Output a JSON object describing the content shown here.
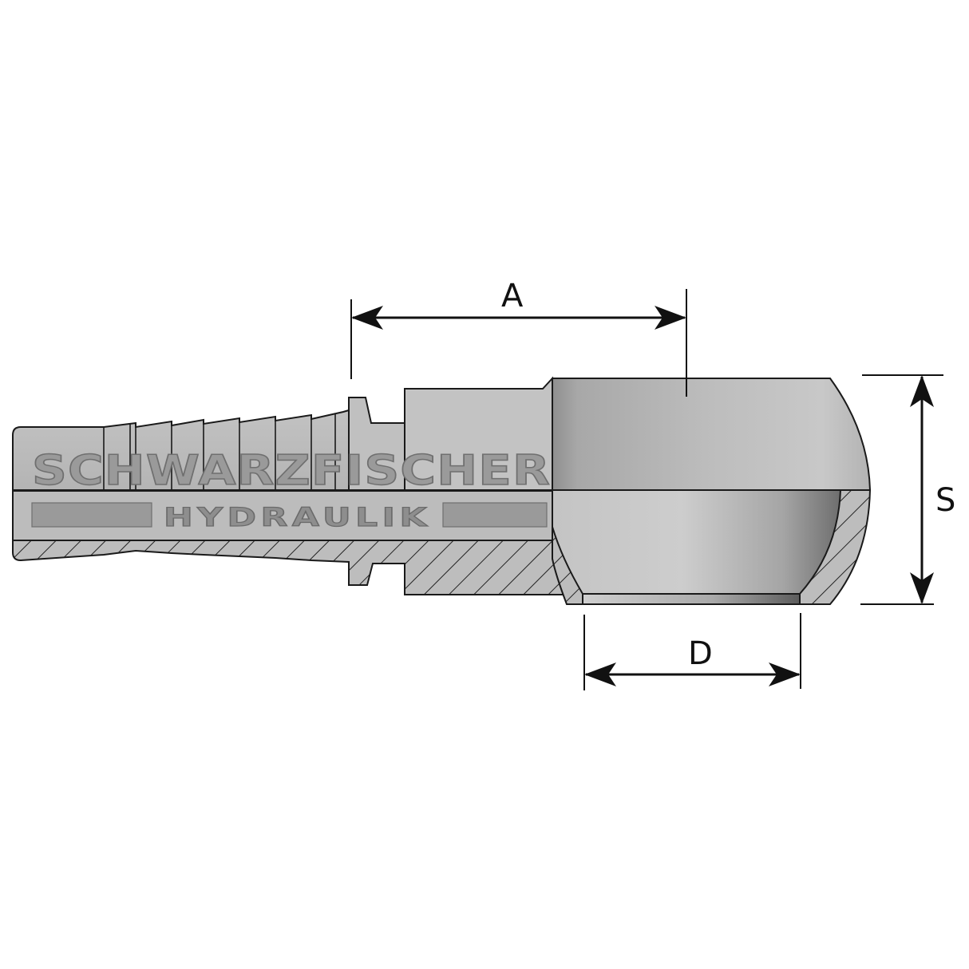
{
  "drawing": {
    "subject": "Banjo hose fitting (cross-section)",
    "colors": {
      "background": "#ffffff",
      "body_fill": "#b9b9b9",
      "body_light": "#cfcfcf",
      "body_dark": "#8a8a8a",
      "outline": "#1a1a1a",
      "hatch": "#222222",
      "dimension": "#111111"
    }
  },
  "watermark": {
    "line1": "SCHWARZFISCHER",
    "line2": "HYDRAULIK"
  },
  "dimensions": {
    "A": {
      "label": "A",
      "description": "Distance from collar to banjo eye centre"
    },
    "S": {
      "label": "S",
      "description": "Banjo eye width"
    },
    "D": {
      "label": "D",
      "description": "Banjo bore diameter"
    }
  }
}
